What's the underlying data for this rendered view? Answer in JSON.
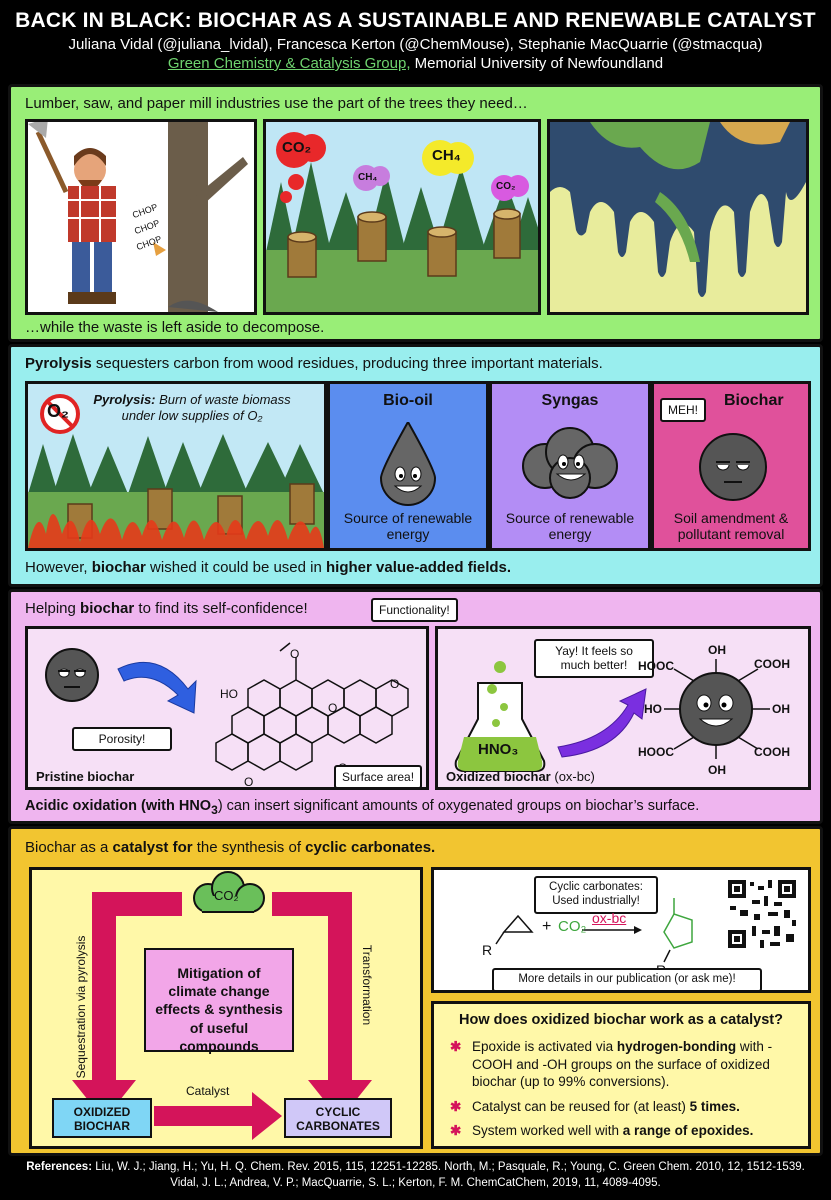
{
  "header": {
    "title": "BACK IN BLACK: BIOCHAR AS A SUSTAINABLE AND RENEWABLE CATALYST",
    "authors": "Juliana Vidal (@juliana_lvidal), Francesca Kerton (@ChemMouse), Stephanie MacQuarrie (@stmacqua)",
    "group_link": "Green Chemistry & Catalysis Group,",
    "university": "Memorial University of Newfoundland"
  },
  "section1": {
    "top_caption": "Lumber, saw, and paper mill industries use the part of the trees they need…",
    "bottom_caption": "…while the waste is left aside to decompose.",
    "chop": "CHOP",
    "gas_co2": "CO₂",
    "gas_ch4": "CH₄",
    "color_bg": "#99ee77"
  },
  "section2": {
    "caption_bold": "Pyrolysis",
    "caption_rest": " sequesters carbon from wood residues, producing three important materials.",
    "o2_label": "O₂",
    "pyrolysis_bold": "Pyrolysis:",
    "pyrolysis_rest": " Burn of waste biomass under low supplies of O₂",
    "biooil_title": "Bio-oil",
    "biooil_desc": "Source of renewable energy",
    "syngas_title": "Syngas",
    "syngas_desc": "Source of renewable energy",
    "biochar_title": "Biochar",
    "biochar_desc": "Soil amendment & pollutant removal",
    "meh": "MEH!",
    "bottom_1": "However, ",
    "bottom_bold1": "biochar",
    "bottom_2": " wished it could be used in ",
    "bottom_bold2": "higher value-added fields.",
    "color_bg": "#99eeee",
    "color_biooil": "#5b8def",
    "color_syngas": "#b38df5",
    "color_biochar": "#e0519b"
  },
  "section3": {
    "top_1": "Helping ",
    "top_bold": "biochar",
    "top_2": " to find its self-confidence!",
    "functionality": "Functionality!",
    "porosity": "Porosity!",
    "surface_area": "Surface area!",
    "pristine": "Pristine biochar",
    "yay": "Yay! It feels so much better!",
    "hno3": "HNO₃",
    "oxidized_bold": "Oxidized biochar",
    "oxidized_rest": " (ox-bc)",
    "groups": [
      "OH",
      "HOOC",
      "COOH",
      "HO",
      "OH",
      "HOOC",
      "COOH",
      "OH"
    ],
    "ring_labels": [
      "HO",
      "O",
      "O",
      "O",
      "O",
      "O"
    ],
    "bottom_1": "Acidic oxidation (with HNO",
    "bottom_sub": "3",
    "bottom_2": ") can insert significant amounts of oxygenated groups on biochar’s surface.",
    "color_bg": "#efb5ef"
  },
  "section4": {
    "top_1": "Biochar as a ",
    "top_bold1": "catalyst for",
    "top_2": " the synthesis of ",
    "top_bold2": "cyclic carbonates.",
    "cloud": "CO₂",
    "left_arrow": "Sequestration via pyrolysis",
    "right_arrow": "Transformation",
    "center": "Mitigation of climate change effects & synthesis of useful compounds",
    "oxidized": "OXIDIZED BIOCHAR",
    "cyclic": "CYCLIC CARBONATES",
    "catalyst": "Catalyst",
    "bubble_cyclic": "Cyclic carbonates: Used industrially!",
    "rxn_co2": "CO₂",
    "rxn_plus": "+",
    "rxn_cat": "ox-bc",
    "rxn_r": "R",
    "more_details": "More details in our publication (or ask me)!",
    "how_title": "How does oxidized biochar work as a catalyst?",
    "bullet1_a": "Epoxide is activated via ",
    "bullet1_b": "hydrogen-bonding",
    "bullet1_c": " with -COOH and -OH groups on the surface of oxidized biochar (up to 99% conversions).",
    "bullet2_a": "Catalyst can be reused for (at least) ",
    "bullet2_b": "5 times.",
    "bullet3_a": "System worked well with ",
    "bullet3_b": "a range of epoxides.",
    "color_bg": "#f2c530",
    "color_inner": "#fff8a8"
  },
  "references": {
    "label": "References:",
    "text": " Liu, W. J.; Jiang, H.; Yu, H. Q. Chem. Rev. 2015, 115, 12251-12285. North, M.; Pasquale, R.; Young, C. Green Chem. 2010, 12, 1512-1539. Vidal, J. L.; Andrea, V. P.; MacQuarrie, S. L.; Kerton, F. M. ChemCatChem, 2019, 11, 4089-4095."
  }
}
